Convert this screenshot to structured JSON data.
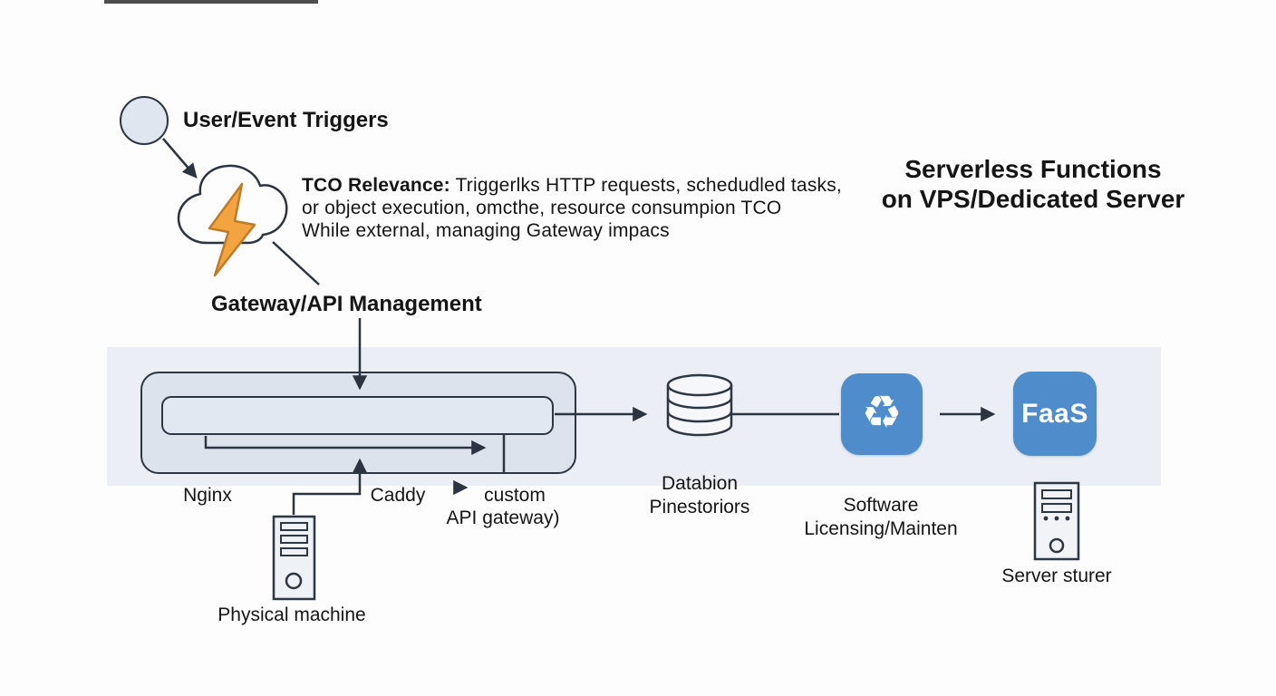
{
  "title": {
    "line1": "Serverless Functions",
    "line2": "on VPS/Dedicated Server"
  },
  "trigger": {
    "label": "User/Event Triggers"
  },
  "note": {
    "lead": "TCO Relevance:",
    "line1_rest": " Triggerlks HTTP requests, schedudled tasks,",
    "line2": "or object execution, omcthe, resource consumpion TCO",
    "line3": "While external, managing Gateway impacs"
  },
  "gateway": {
    "label": "Gateway/API Management",
    "option_nginx": "Nginx",
    "option_caddy": "Caddy",
    "custom_line1": "custom",
    "custom_line2": "API gateway)"
  },
  "database": {
    "line1": "Databion",
    "line2": "Pinestoriors"
  },
  "software": {
    "line1": "Software",
    "line2": "Licensing/Mainten"
  },
  "faas": {
    "label": "FaaS"
  },
  "server": {
    "label": "Server sturer"
  },
  "machine": {
    "label": "Physical machine"
  },
  "icons": {
    "software_glyph": "♻",
    "trigger_icon": "circle",
    "event_icon": "cloud-lightning",
    "database_icon": "database-cylinder",
    "server_icon": "server-tower",
    "machine_icon": "server-tower"
  },
  "colors": {
    "band": "#ebeff5",
    "box_fill": "#dce3ed",
    "inner_fill": "#e2e8f1",
    "accent_blue": "#4e8ccb",
    "bolt_orange": "#f3a440",
    "line_dark": "#2b3441",
    "text": "#151515"
  }
}
